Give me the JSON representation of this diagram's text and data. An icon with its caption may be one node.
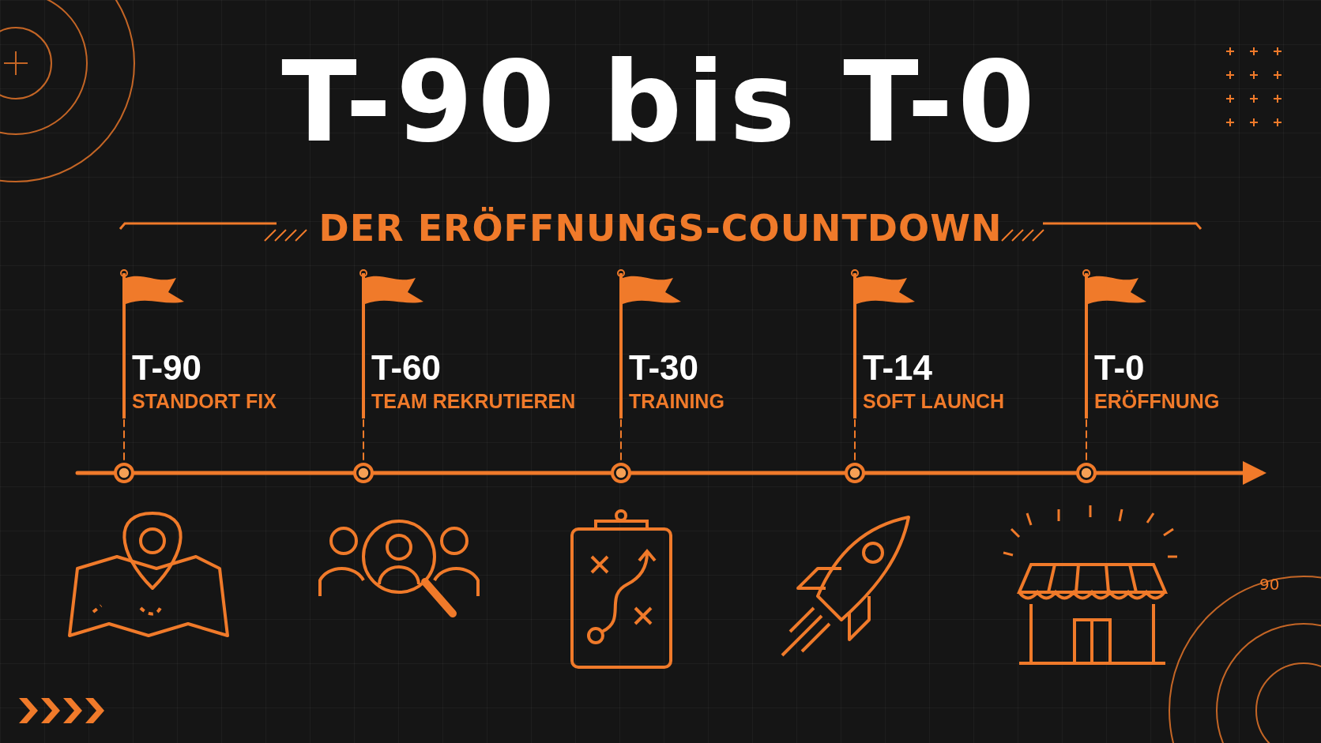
{
  "diagram": {
    "title": "T-90 bis T-0",
    "nodes": [
      {
        "text": [
          "T-90",
          "STANDORT FIX"
        ]
      },
      {
        "text": [
          "T-60",
          "TEAM REKRUTIEREN"
        ]
      },
      {
        "text": [
          "T-30",
          "TRAINING"
        ]
      },
      {
        "text": [
          "T-14",
          "SOFT LAUNCH"
        ]
      },
      {
        "text": [
          "T-0",
          "ERÖFFNUNG"
        ]
      },
      {
        "text": [],
        "shape": "circle"
      },
      {
        "text": [],
        "shape": "circle"
      },
      {
        "text": [],
        "shape": "circle"
      },
      {
        "text": [],
        "shape": "circle"
      },
      {
        "text": [],
        "shape": "circle"
      }
    ],
    "edges": [
      {
        "from": 0,
        "to": 5,
        "arrow": "none",
        "style": "dashed"
      },
      {
        "from": 1,
        "to": 6,
        "arrow": "none",
        "style": "dashed"
      },
      {
        "from": 2,
        "to": 7,
        "arrow": "none",
        "style": "dashed"
      },
      {
        "from": 3,
        "to": 8,
        "arrow": "none",
        "style": "dashed"
      },
      {
        "from": 4,
        "to": 9,
        "arrow": "none",
        "style": "dashed"
      },
      {
        "from": null,
        "to": 5,
        "arrow": "none"
      },
      {
        "from": 5,
        "to": 6,
        "arrow": "none"
      },
      {
        "from": 6,
        "to": 7,
        "arrow": "none"
      },
      {
        "from": 7,
        "to": 8,
        "arrow": "none"
      },
      {
        "from": 8,
        "to": 9,
        "arrow": "none"
      },
      {
        "from": 9,
        "to": null,
        "arrow": "to"
      }
    ],
    "labels": [
      "DER ERÖFFNUNGS-COUNTDOWN",
      "90"
    ]
  }
}
